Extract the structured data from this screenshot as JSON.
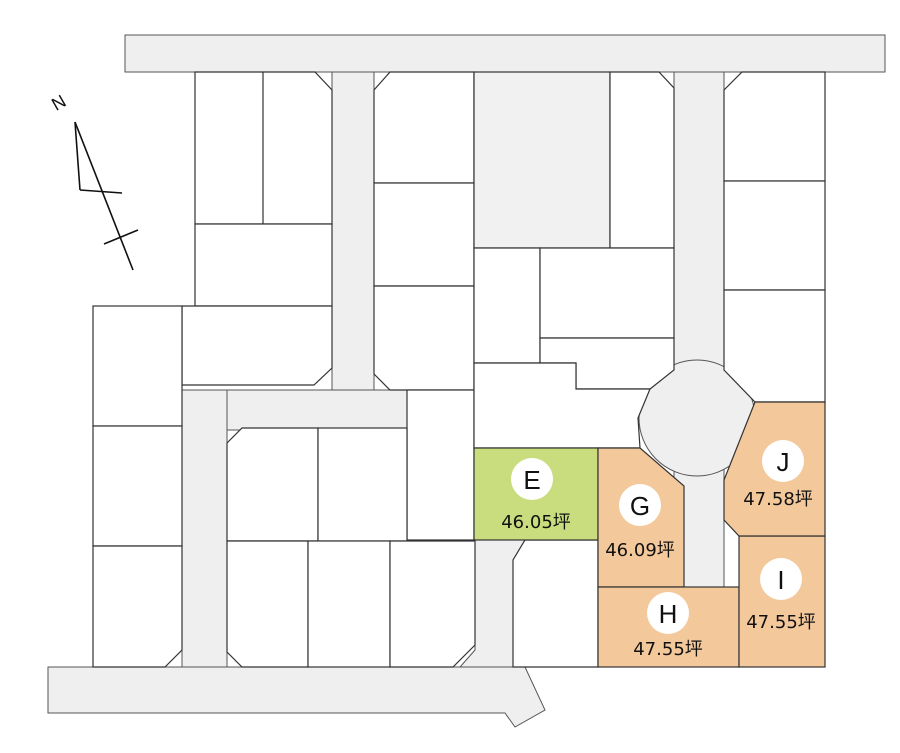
{
  "compass": {
    "letter": "N",
    "icon": "north-arrow-icon"
  },
  "colors": {
    "available_green": "#c9dc7e",
    "available_orange": "#f3c89b",
    "road": "#efefef",
    "outline": "#333333"
  },
  "lots": {
    "E": {
      "label": "E",
      "area": "46.05坪",
      "status_color": "#c9dc7e"
    },
    "G": {
      "label": "G",
      "area": "46.09坪",
      "status_color": "#f3c89b"
    },
    "H": {
      "label": "H",
      "area": "47.55坪",
      "status_color": "#f3c89b"
    },
    "I": {
      "label": "I",
      "area": "47.55坪",
      "status_color": "#f3c89b"
    },
    "J": {
      "label": "J",
      "area": "47.58坪",
      "status_color": "#f3c89b"
    }
  }
}
